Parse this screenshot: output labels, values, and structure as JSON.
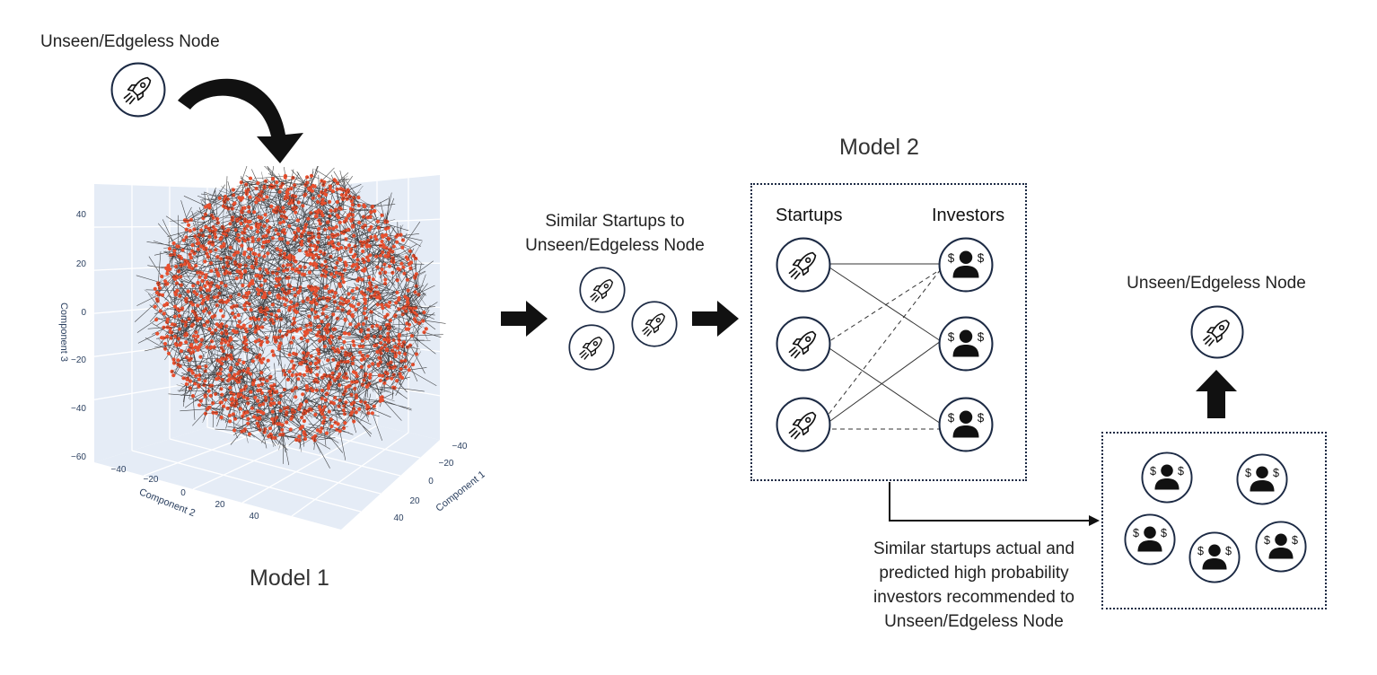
{
  "top_left": {
    "caption": "Unseen/Edgeless Node"
  },
  "model1": {
    "title": "Model 1",
    "axis_labels": {
      "x": "Component 1",
      "y": "Component 2",
      "z": "Component 3"
    },
    "z_ticks": [
      "40",
      "20",
      "0",
      "−20",
      "−40",
      "−60"
    ],
    "comp2_ticks": [
      "−40",
      "−20",
      "0",
      "20",
      "40"
    ],
    "comp1_ticks": [
      "−40",
      "−20",
      "0",
      "20",
      "40"
    ],
    "node_color": "#e8502f",
    "edge_color": "#111111",
    "pane_color": "#e5ecf6"
  },
  "similar": {
    "line1": "Similar Startups to",
    "line2": "Unseen/Edgeless Node"
  },
  "model2": {
    "title": "Model 2",
    "startups_header": "Startups",
    "investors_header": "Investors"
  },
  "recommendation": {
    "line1": "Similar startups actual and",
    "line2": "predicted high probability",
    "line3": "investors recommended  to",
    "line4": "Unseen/Edgeless Node"
  },
  "right_top": {
    "caption": "Unseen/Edgeless Node"
  },
  "icons": {
    "startup": "rocket-icon",
    "investor": "investor-dollar-icon"
  }
}
